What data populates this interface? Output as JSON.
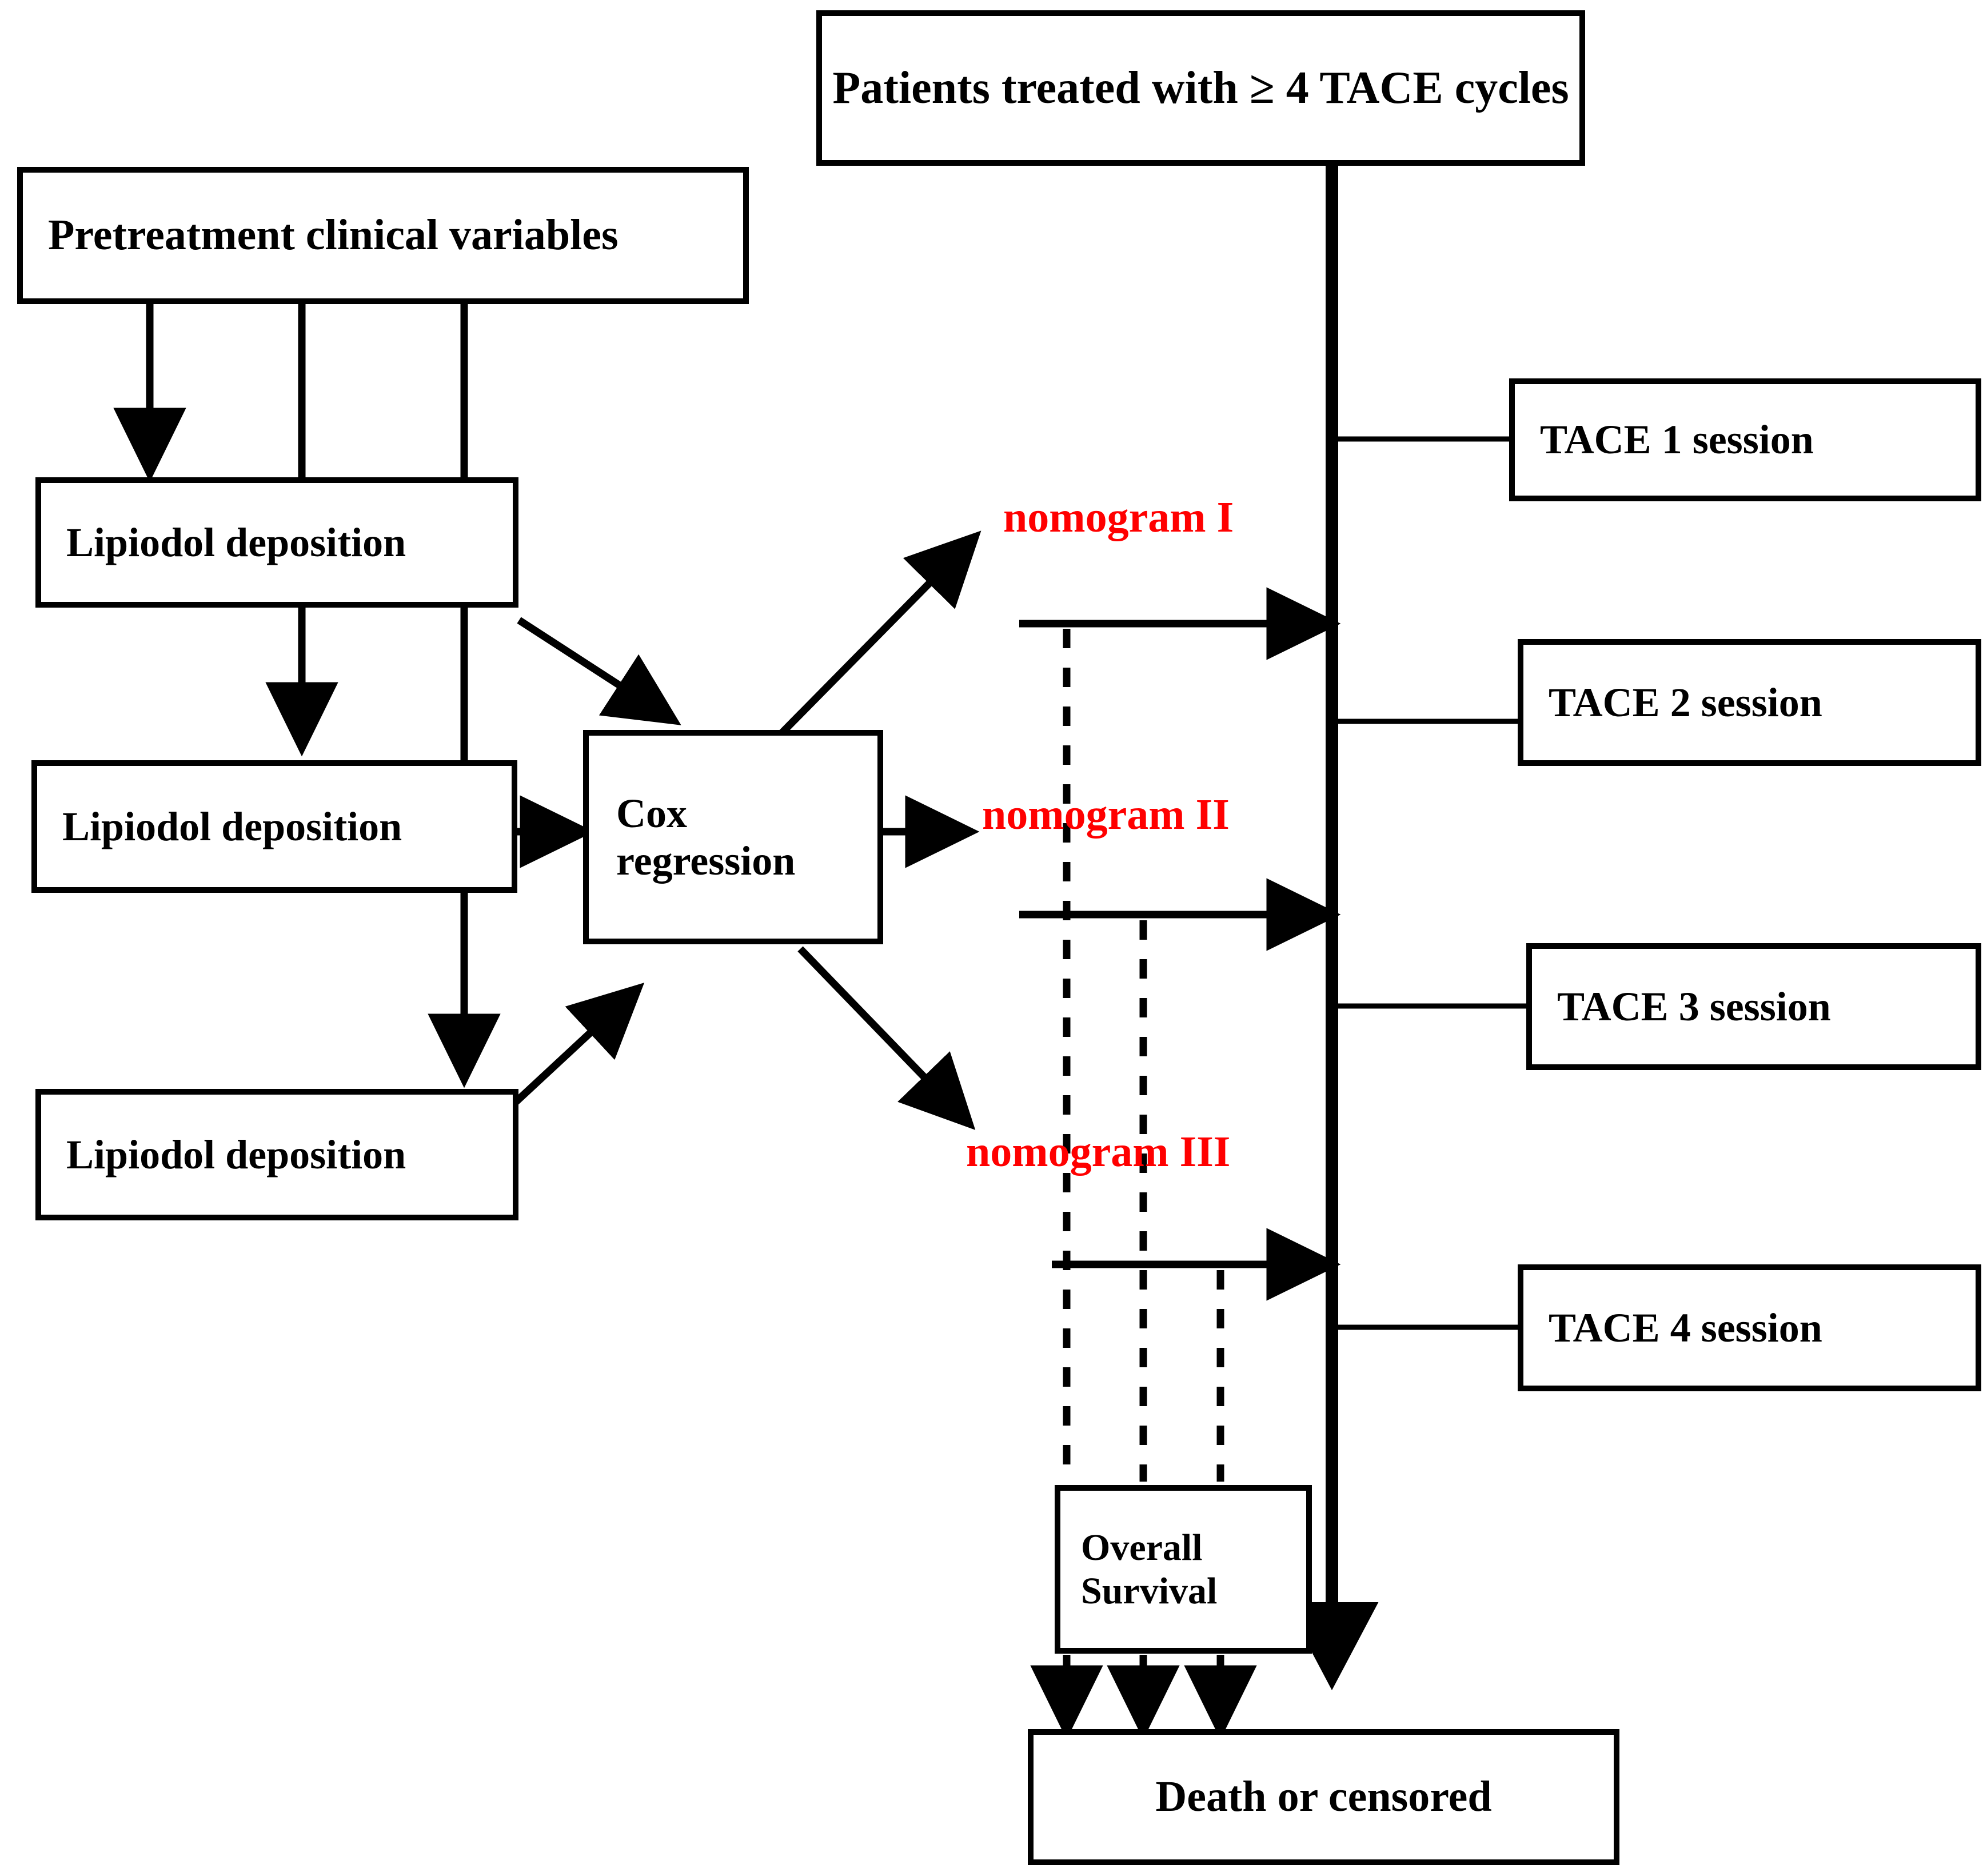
{
  "diagram": {
    "title_box": {
      "label": "Patients treated with ≥ 4 TACE cycles"
    },
    "left_column": {
      "source": {
        "label": "Pretreatment clinical variables"
      },
      "lipiodol_1": {
        "label": "Lipiodol deposition"
      },
      "lipiodol_2": {
        "label": "Lipiodol deposition"
      },
      "lipiodol_3": {
        "label": "Lipiodol deposition"
      }
    },
    "model": {
      "line1": "Cox",
      "line2": "regression"
    },
    "nomograms": [
      {
        "id": "I",
        "label": "nomogram I"
      },
      {
        "id": "II",
        "label": "nomogram II"
      },
      {
        "id": "III",
        "label": "nomogram III"
      }
    ],
    "tace_sessions": [
      {
        "label": "TACE 1 session"
      },
      {
        "label": "TACE 2 session"
      },
      {
        "label": "TACE 3 session"
      },
      {
        "label": "TACE 4 session"
      }
    ],
    "outcome": {
      "survival_line1": "Overall",
      "survival_line2": "Survival",
      "endpoint": "Death or censored"
    },
    "colors": {
      "nomogram_text": "#ff0000",
      "box_border": "#000000",
      "box_text": "#000000",
      "background": "#ffffff"
    }
  }
}
